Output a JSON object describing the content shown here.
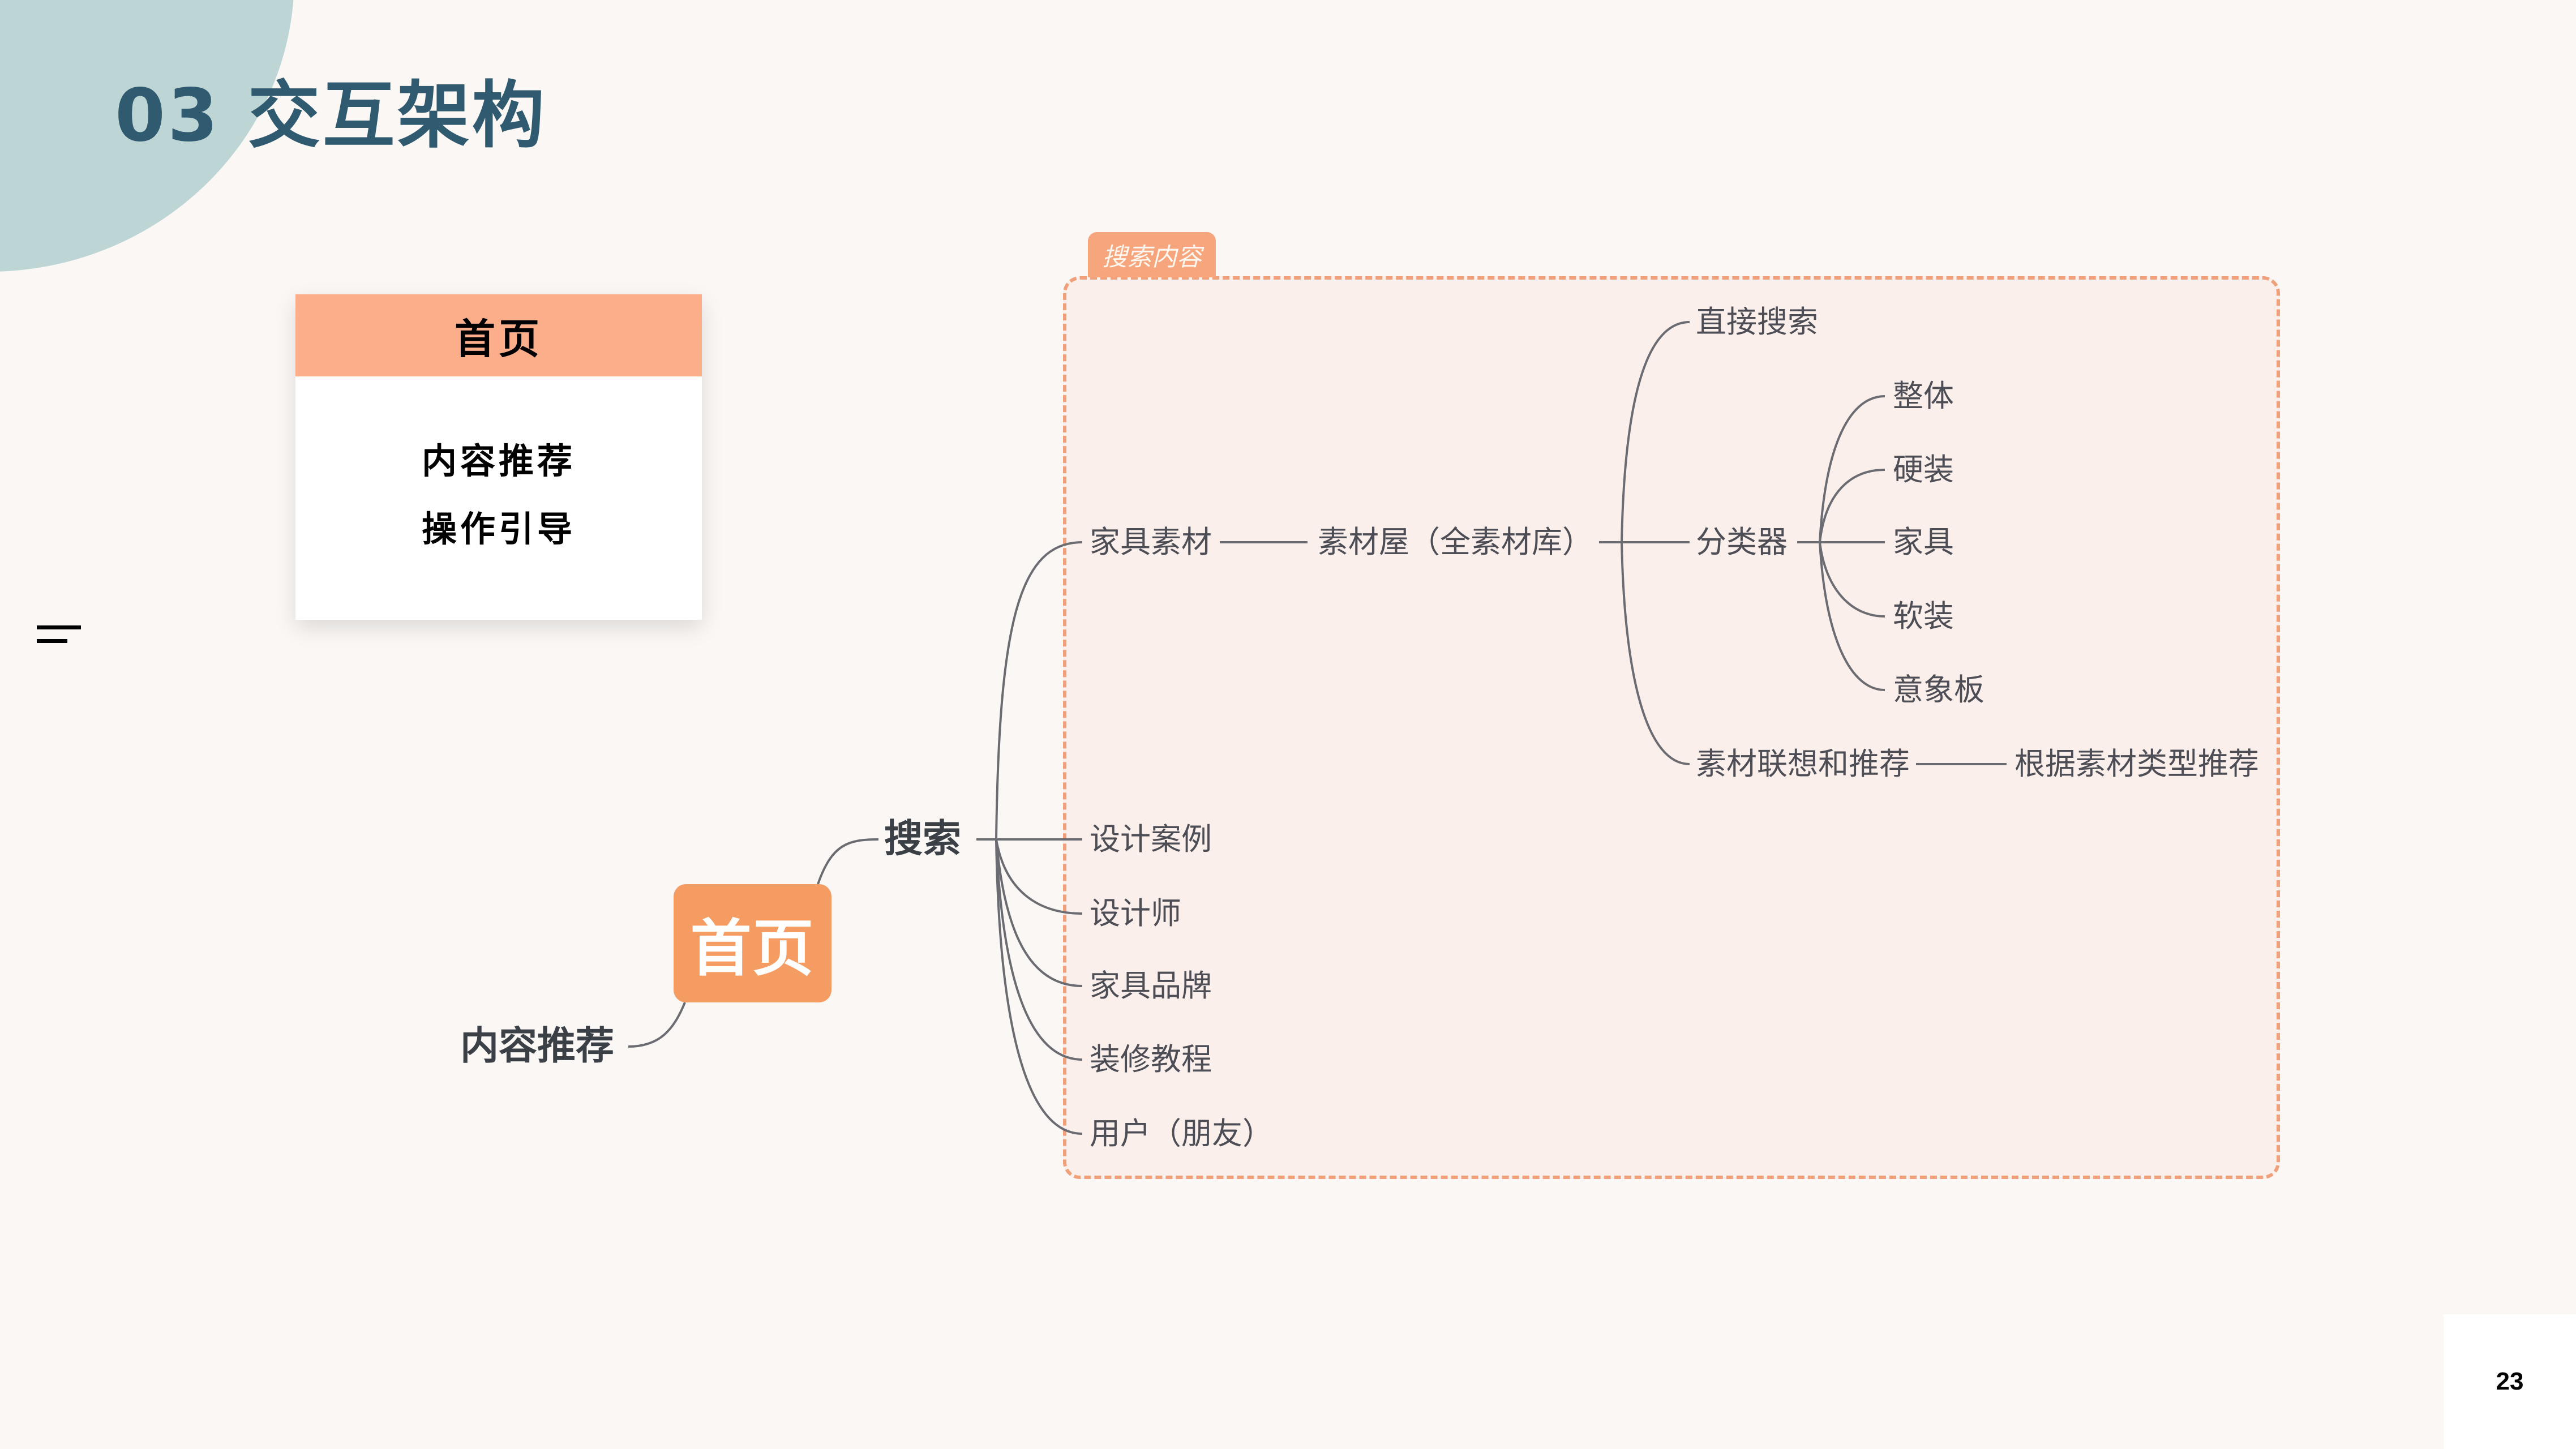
{
  "slide": {
    "title": "03 交互架构",
    "page_number": "23"
  },
  "card": {
    "header": "首页",
    "lines": [
      "内容推荐",
      "操作引导"
    ]
  },
  "mindmap": {
    "root": "首页",
    "left_branch": "内容推荐",
    "search_node": "搜索",
    "group_tag": "搜索内容",
    "search_children": [
      "家具素材",
      "设计案例",
      "设计师",
      "家具品牌",
      "装修教程",
      "用户（朋友）"
    ],
    "material_house": "素材屋（全素材库）",
    "material_children": [
      "直接搜索",
      "分类器",
      "素材联想和推荐"
    ],
    "classifier_children": [
      "整体",
      "硬装",
      "家具",
      "软装",
      "意象板"
    ],
    "association_child": "根据素材类型推荐"
  },
  "colors": {
    "title": "#2f5a70",
    "circle": "#bed5d6",
    "card_header": "#fcae8a",
    "root_node": "#f59c62",
    "frame_border": "#f0a07a",
    "frame_fill": "#fbefeb",
    "line": "#6b6b72"
  },
  "icons": {
    "menu": "menu-lines-icon"
  }
}
